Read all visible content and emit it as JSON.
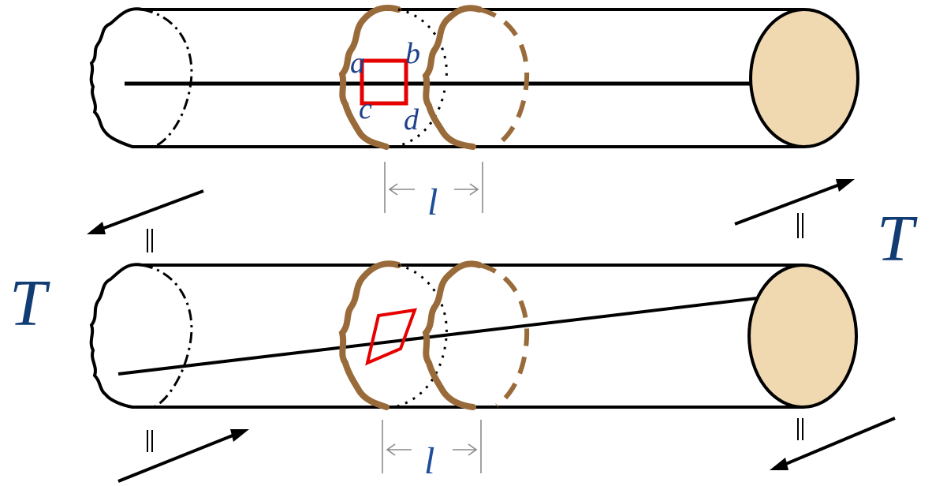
{
  "colors": {
    "outline": "#000000",
    "section": "#9a6b3a",
    "end_face": "#f0d9b0",
    "element": "#e60000",
    "label": "#1f3f7a"
  },
  "labels": {
    "torque_left": "T",
    "torque_right": "T",
    "corner_a": "a",
    "corner_b": "b",
    "corner_c": "c",
    "corner_d": "d",
    "length_top": "l",
    "length_bottom": "l"
  }
}
